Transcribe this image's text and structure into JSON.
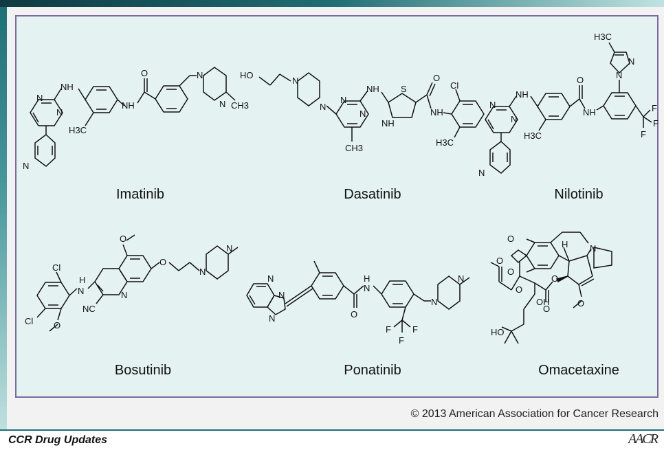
{
  "figure": {
    "copyright": "© 2013 American Association for Cancer Research",
    "footer_series": "CCR Drug Updates",
    "footer_logo": "AACR"
  },
  "compounds": [
    {
      "name": "Imatinib"
    },
    {
      "name": "Dasatinib"
    },
    {
      "name": "Nilotinib"
    },
    {
      "name": "Bosutinib"
    },
    {
      "name": "Ponatinib"
    },
    {
      "name": "Omacetaxine"
    }
  ],
  "atoms": {
    "N": "N",
    "NH": "NH",
    "H": "H",
    "O": "O",
    "S": "S",
    "Cl": "Cl",
    "F": "F",
    "CH3": "CH3",
    "H3C": "H3C",
    "HO": "HO",
    "NC": "NC"
  },
  "colors": {
    "panel_bg": "#e5f2f2",
    "panel_border": "#7a6aa0",
    "accent": "#1d6f76"
  }
}
